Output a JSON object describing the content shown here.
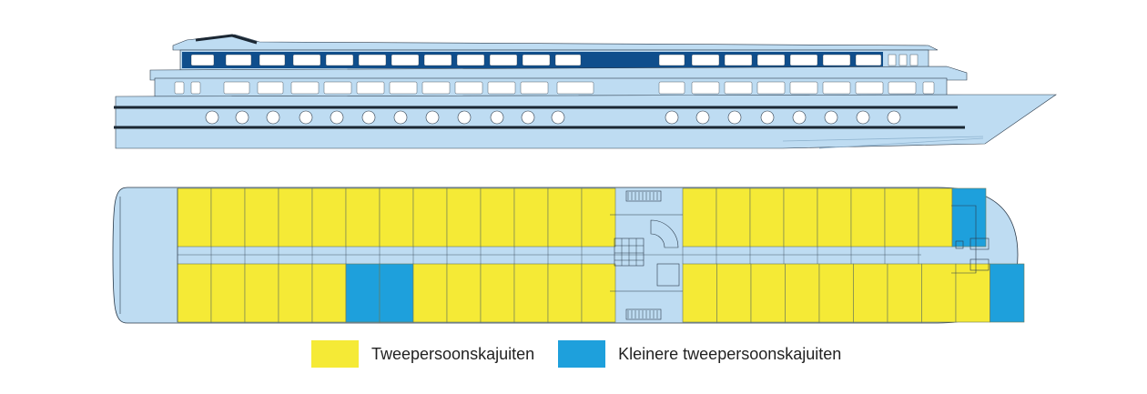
{
  "colors": {
    "hull": "#bedcf2",
    "outline": "#2b3a4a",
    "window_dark": "#0f4e8c",
    "stripe": "#1b2733",
    "porthole": "#ffffff",
    "deck_plan_bg": "#bedcf2",
    "cabin_standard": "#f5ea36",
    "cabin_small": "#1ea0dc"
  },
  "deck_plan": {
    "top_row": [
      "standard",
      "standard",
      "standard",
      "standard",
      "standard",
      "standard",
      "standard",
      "standard",
      "standard",
      "standard",
      "standard",
      "standard",
      "standard",
      "standard",
      "standard",
      "standard",
      "standard",
      "standard",
      "standard",
      "standard",
      "standard",
      "small"
    ],
    "bottom_row": [
      "standard",
      "standard",
      "standard",
      "standard",
      "standard",
      "small",
      "small",
      "standard",
      "standard",
      "standard",
      "standard",
      "standard",
      "standard",
      "standard",
      "standard",
      "standard",
      "standard",
      "standard",
      "standard",
      "standard",
      "standard",
      "standard",
      "small"
    ]
  },
  "legend": [
    {
      "key": "standard",
      "label": "Tweepersoonskajuiten",
      "color": "#f5ea36"
    },
    {
      "key": "small",
      "label": "Kleinere tweepersoonskajuiten",
      "color": "#1ea0dc"
    }
  ]
}
